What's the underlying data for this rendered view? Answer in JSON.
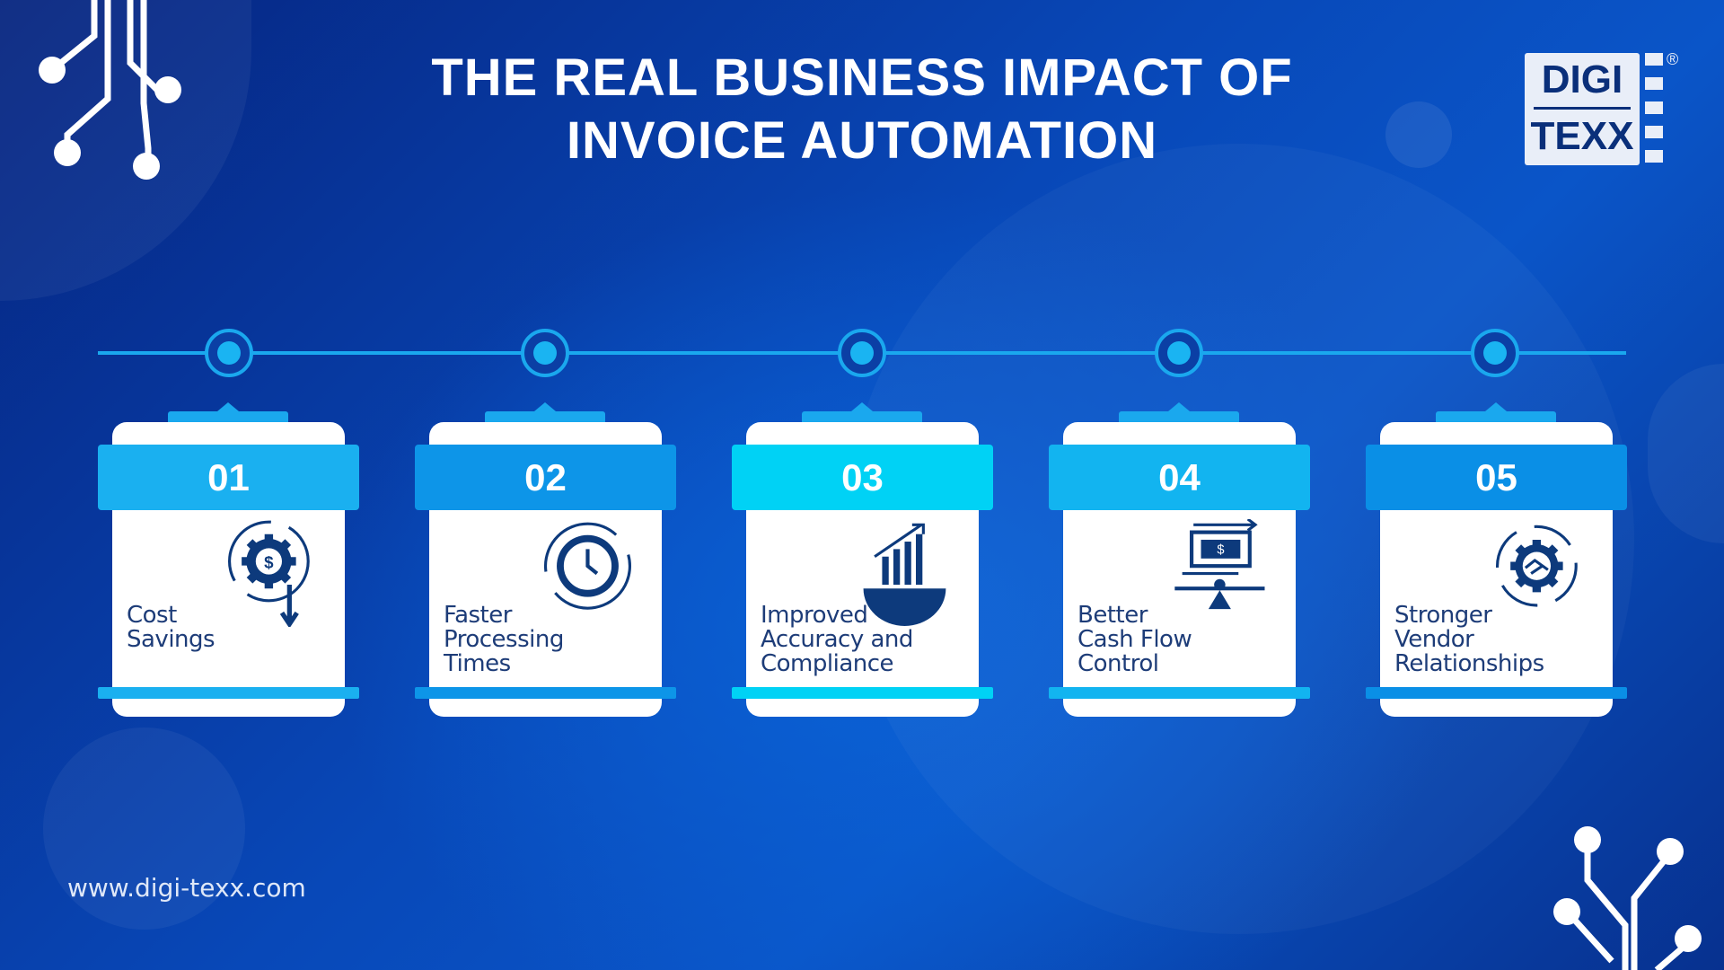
{
  "title": {
    "line1": "THE REAL BUSINESS IMPACT OF",
    "line2": "INVOICE AUTOMATION"
  },
  "logo": {
    "line1": "DIGI",
    "line2": "TEXX",
    "registered": "®"
  },
  "cards": [
    {
      "number": "01",
      "label": [
        "Cost",
        "Savings"
      ],
      "icon": "gear-dollar-icon",
      "color": "#1ab0f0"
    },
    {
      "number": "02",
      "label": [
        "Faster",
        "Processing",
        "Times"
      ],
      "icon": "clock-cycle-icon",
      "color": "#0d95e8"
    },
    {
      "number": "03",
      "label": [
        "Improved",
        "Accuracy and",
        "Compliance"
      ],
      "icon": "chart-gear-icon",
      "color": "#00d2f5"
    },
    {
      "number": "04",
      "label": [
        "Better",
        "Cash Flow",
        "Control"
      ],
      "icon": "cash-balance-icon",
      "color": "#12b4f0"
    },
    {
      "number": "05",
      "label": [
        "Stronger",
        "Vendor",
        "Relationships"
      ],
      "icon": "handshake-gear-icon",
      "color": "#0a8fe6"
    }
  ],
  "website": "www.digi-texx.com"
}
